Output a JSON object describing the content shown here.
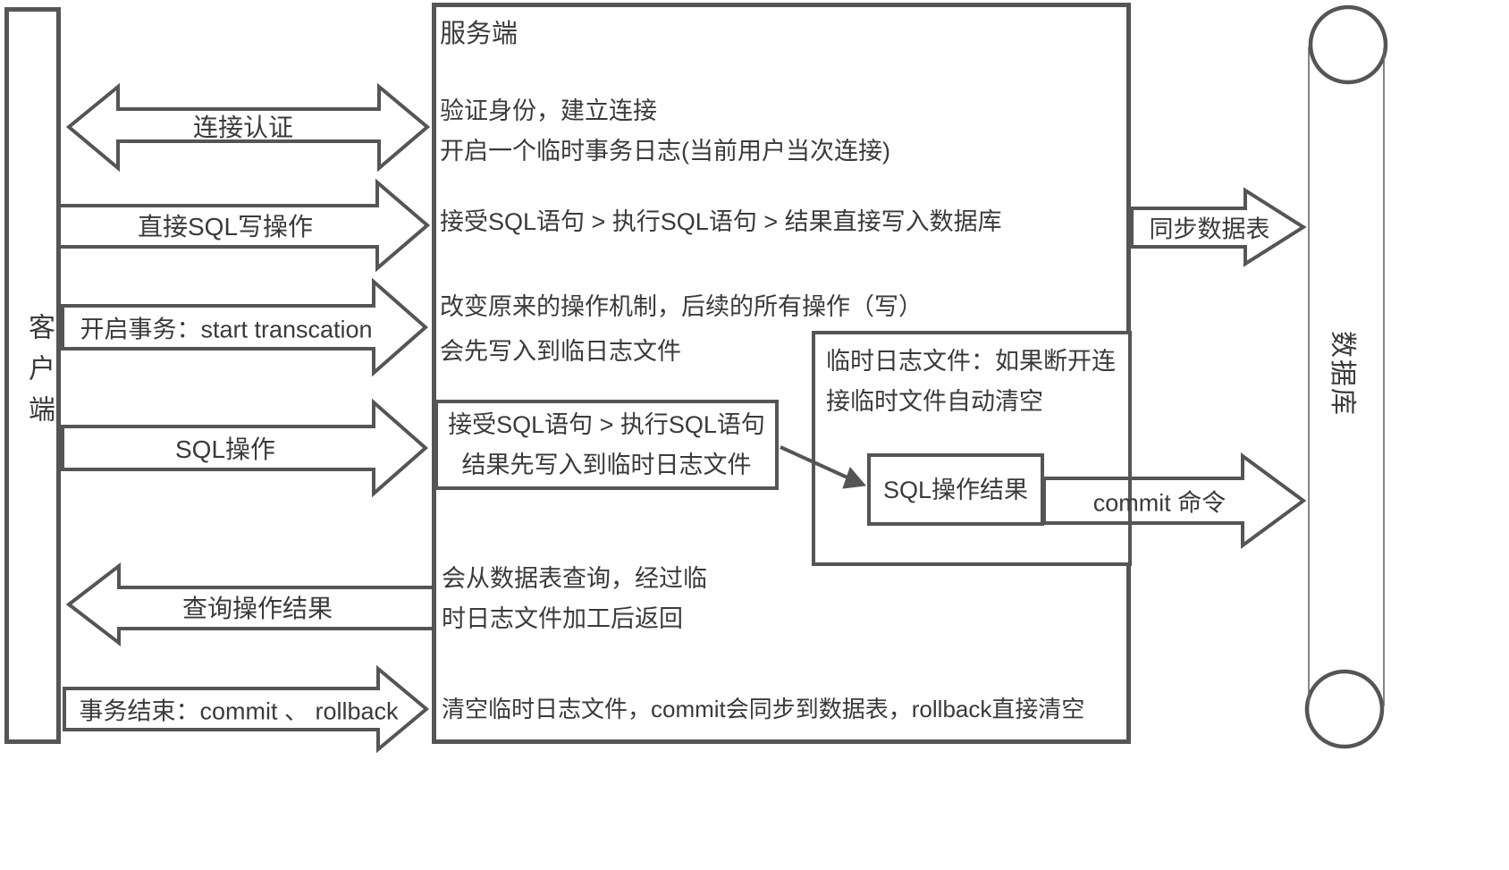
{
  "diagram": {
    "client": {
      "label": "客户端"
    },
    "server": {
      "title": "服务端",
      "auth_line1": "验证身份，建立连接",
      "auth_line2": "开启一个临时事务日志(当前用户当次连接)",
      "direct_sql_line": "接受SQL语句 > 执行SQL语句 >  结果直接写入数据库",
      "transaction_line1": "改变原来的操作机制，后续的所有操作（写）",
      "transaction_line2": "会先写入到临日志文件",
      "query_line1": "会从数据表查询，经过临",
      "query_line2": "时日志文件加工后返回",
      "end_line": "清空临时日志文件，commit会同步到数据表，rollback直接清空",
      "sql_receive_box": {
        "line1": "接受SQL语句 > 执行SQL语句",
        "line2": "结果先写入到临时日志文件"
      },
      "temp_log_box": {
        "line1": "临时日志文件：如果断开连",
        "line2": "接临时文件自动清空"
      },
      "sql_result_box": {
        "label": "SQL操作结果"
      }
    },
    "database": {
      "label": "数据库"
    },
    "arrows": {
      "connect_auth": "连接认证",
      "direct_sql_write": "直接SQL写操作",
      "start_transaction": "开启事务：start transcation",
      "sql_operation": "SQL操作",
      "query_result": "查询操作结果",
      "transaction_end": "事务结束：commit 、 rollback",
      "sync_table": "同步数据表",
      "commit_command": "commit 命令"
    },
    "colors": {
      "stroke": "#555555",
      "text": "#3a3a3a",
      "background": "#ffffff"
    }
  }
}
